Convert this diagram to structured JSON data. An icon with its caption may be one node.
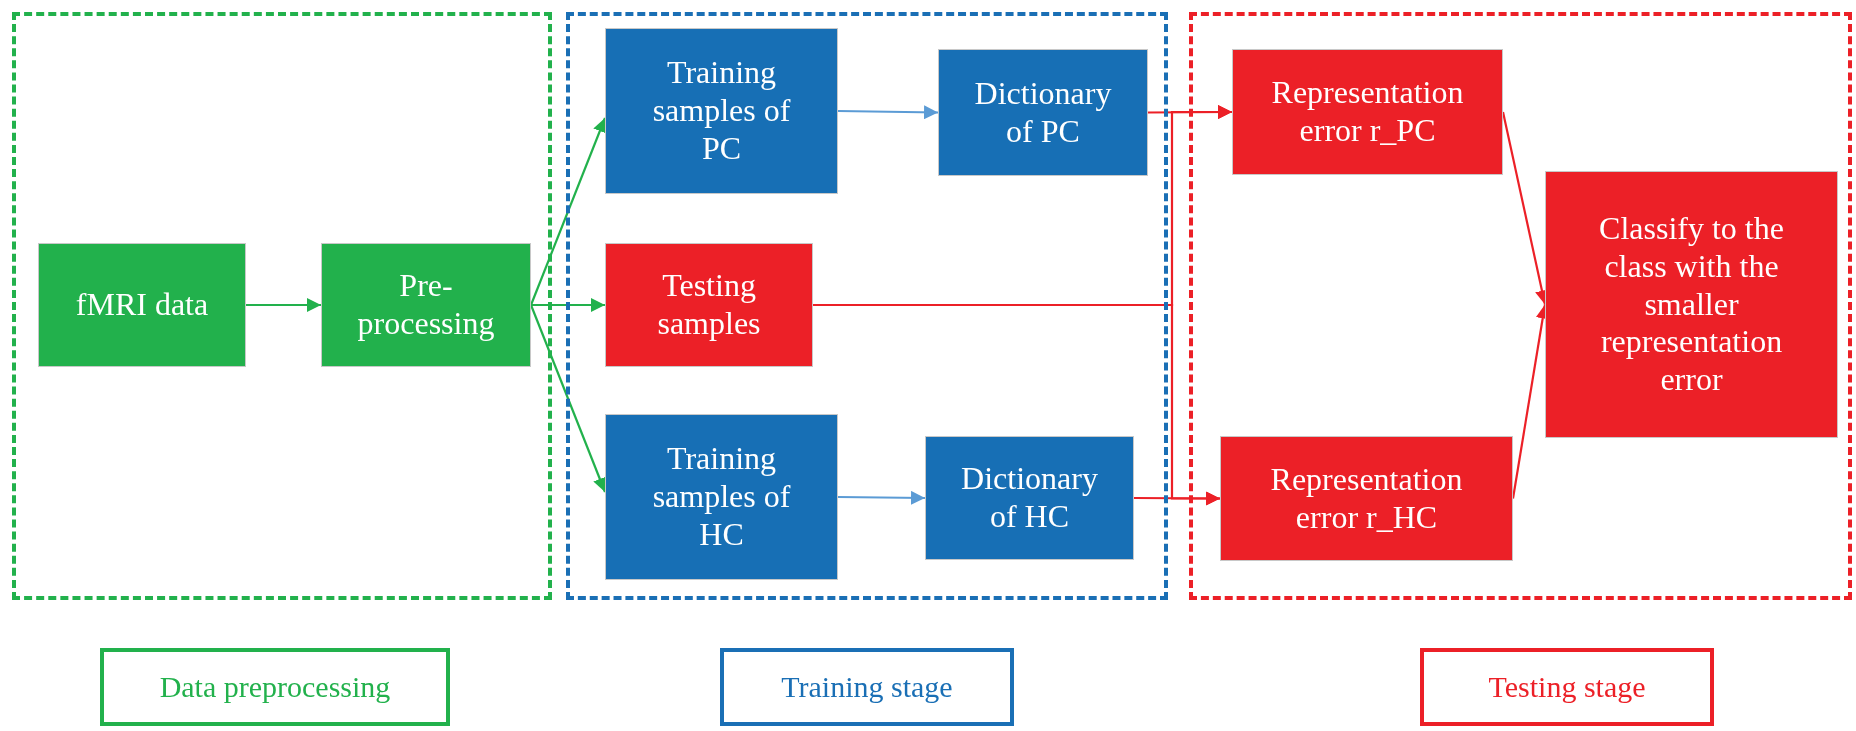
{
  "diagram": {
    "nodes": [
      {
        "text": [
          "Data preprocessing"
        ]
      },
      {
        "text": [
          "fMRI data"
        ],
        "in": 0
      },
      {
        "text": [
          "Pre-processing"
        ],
        "in": 0
      },
      {
        "text": [
          "Training stage"
        ]
      },
      {
        "text": [
          "Training samples of PC"
        ],
        "in": 3
      },
      {
        "text": [
          "Dictionary of PC"
        ],
        "in": 3
      },
      {
        "text": [
          "Testing samples"
        ],
        "in": 3
      },
      {
        "text": [
          "Training samples of HC"
        ],
        "in": 3
      },
      {
        "text": [
          "Dictionary of HC"
        ],
        "in": 3
      },
      {
        "text": [
          "Testing stage"
        ]
      },
      {
        "text": [
          "Representation error r_PC"
        ],
        "in": 9
      },
      {
        "text": [
          "Representation error r_HC"
        ],
        "in": 9
      },
      {
        "text": [
          "Classify to the class with the smaller representation error"
        ],
        "in": 9
      }
    ],
    "edges": [
      {
        "from": 1,
        "to": 2,
        "arrow": "to",
        "color": "#22b14c"
      },
      {
        "from": 2,
        "to": 4,
        "arrow": "to",
        "color": "#22b14c"
      },
      {
        "from": 2,
        "to": 6,
        "arrow": "to",
        "color": "#22b14c"
      },
      {
        "from": 2,
        "to": 7,
        "arrow": "to",
        "color": "#22b14c"
      },
      {
        "from": 4,
        "to": 5,
        "arrow": "to",
        "color": "#5b9bd5"
      },
      {
        "from": 7,
        "to": 8,
        "arrow": "to",
        "color": "#5b9bd5"
      },
      {
        "from": 5,
        "to": 10,
        "arrow": "to"
      },
      {
        "from": 6,
        "to": 10,
        "arrow": "to"
      },
      {
        "from": 6,
        "to": 11,
        "arrow": "to"
      },
      {
        "from": 8,
        "to": 11,
        "arrow": "to"
      },
      {
        "from": 10,
        "to": 12,
        "arrow": "to"
      },
      {
        "from": 11,
        "to": 12,
        "arrow": "to"
      }
    ]
  }
}
